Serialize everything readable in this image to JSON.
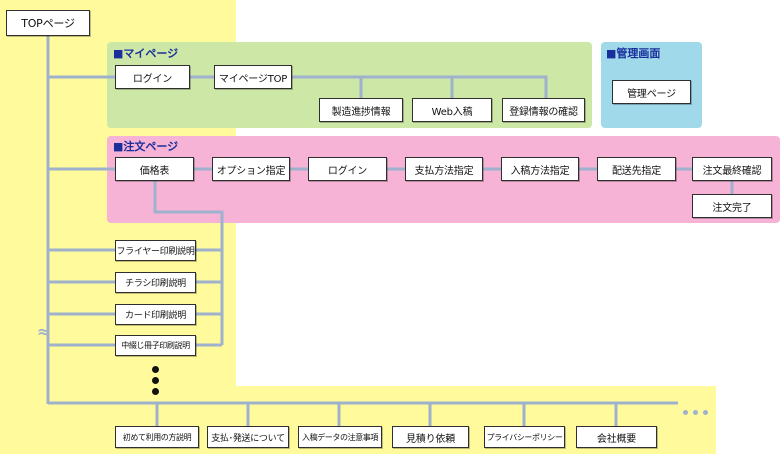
{
  "colors": {
    "site_area": "#fffa9c",
    "mypage_area": "#cde7a6",
    "order_area": "#f6b3d6",
    "admin_area": "#9fd9ea",
    "line": "#9fb1cd",
    "label": "#1a2f9c"
  },
  "top": {
    "label": "TOPページ"
  },
  "mypage": {
    "title": "■マイページ",
    "items": [
      "ログイン",
      "マイページTOP",
      "製造進捗情報",
      "Web入稿",
      "登録情報の確認"
    ]
  },
  "admin": {
    "title": "■管理画面",
    "items": [
      "管理ページ"
    ]
  },
  "order": {
    "title": "■注文ページ",
    "steps": [
      "価格表",
      "オプション指定",
      "ログイン",
      "支払方法指定",
      "入稿方法指定",
      "配送先指定",
      "注文最終確認",
      "注文完了"
    ]
  },
  "guides": [
    "フライヤー印刷説明",
    "チラシ印刷説明",
    "カード印刷説明",
    "中綴じ冊子印刷説明"
  ],
  "bottom": [
    "初めて利用の方説明",
    "支払･発送について",
    "入稿データの注意事項",
    "見積り依頼",
    "プライバシーポリシー",
    "会社概要"
  ],
  "icons": [
    "wave-break-icon",
    "vertical-ellipsis-icon",
    "horizontal-ellipsis-icon"
  ]
}
